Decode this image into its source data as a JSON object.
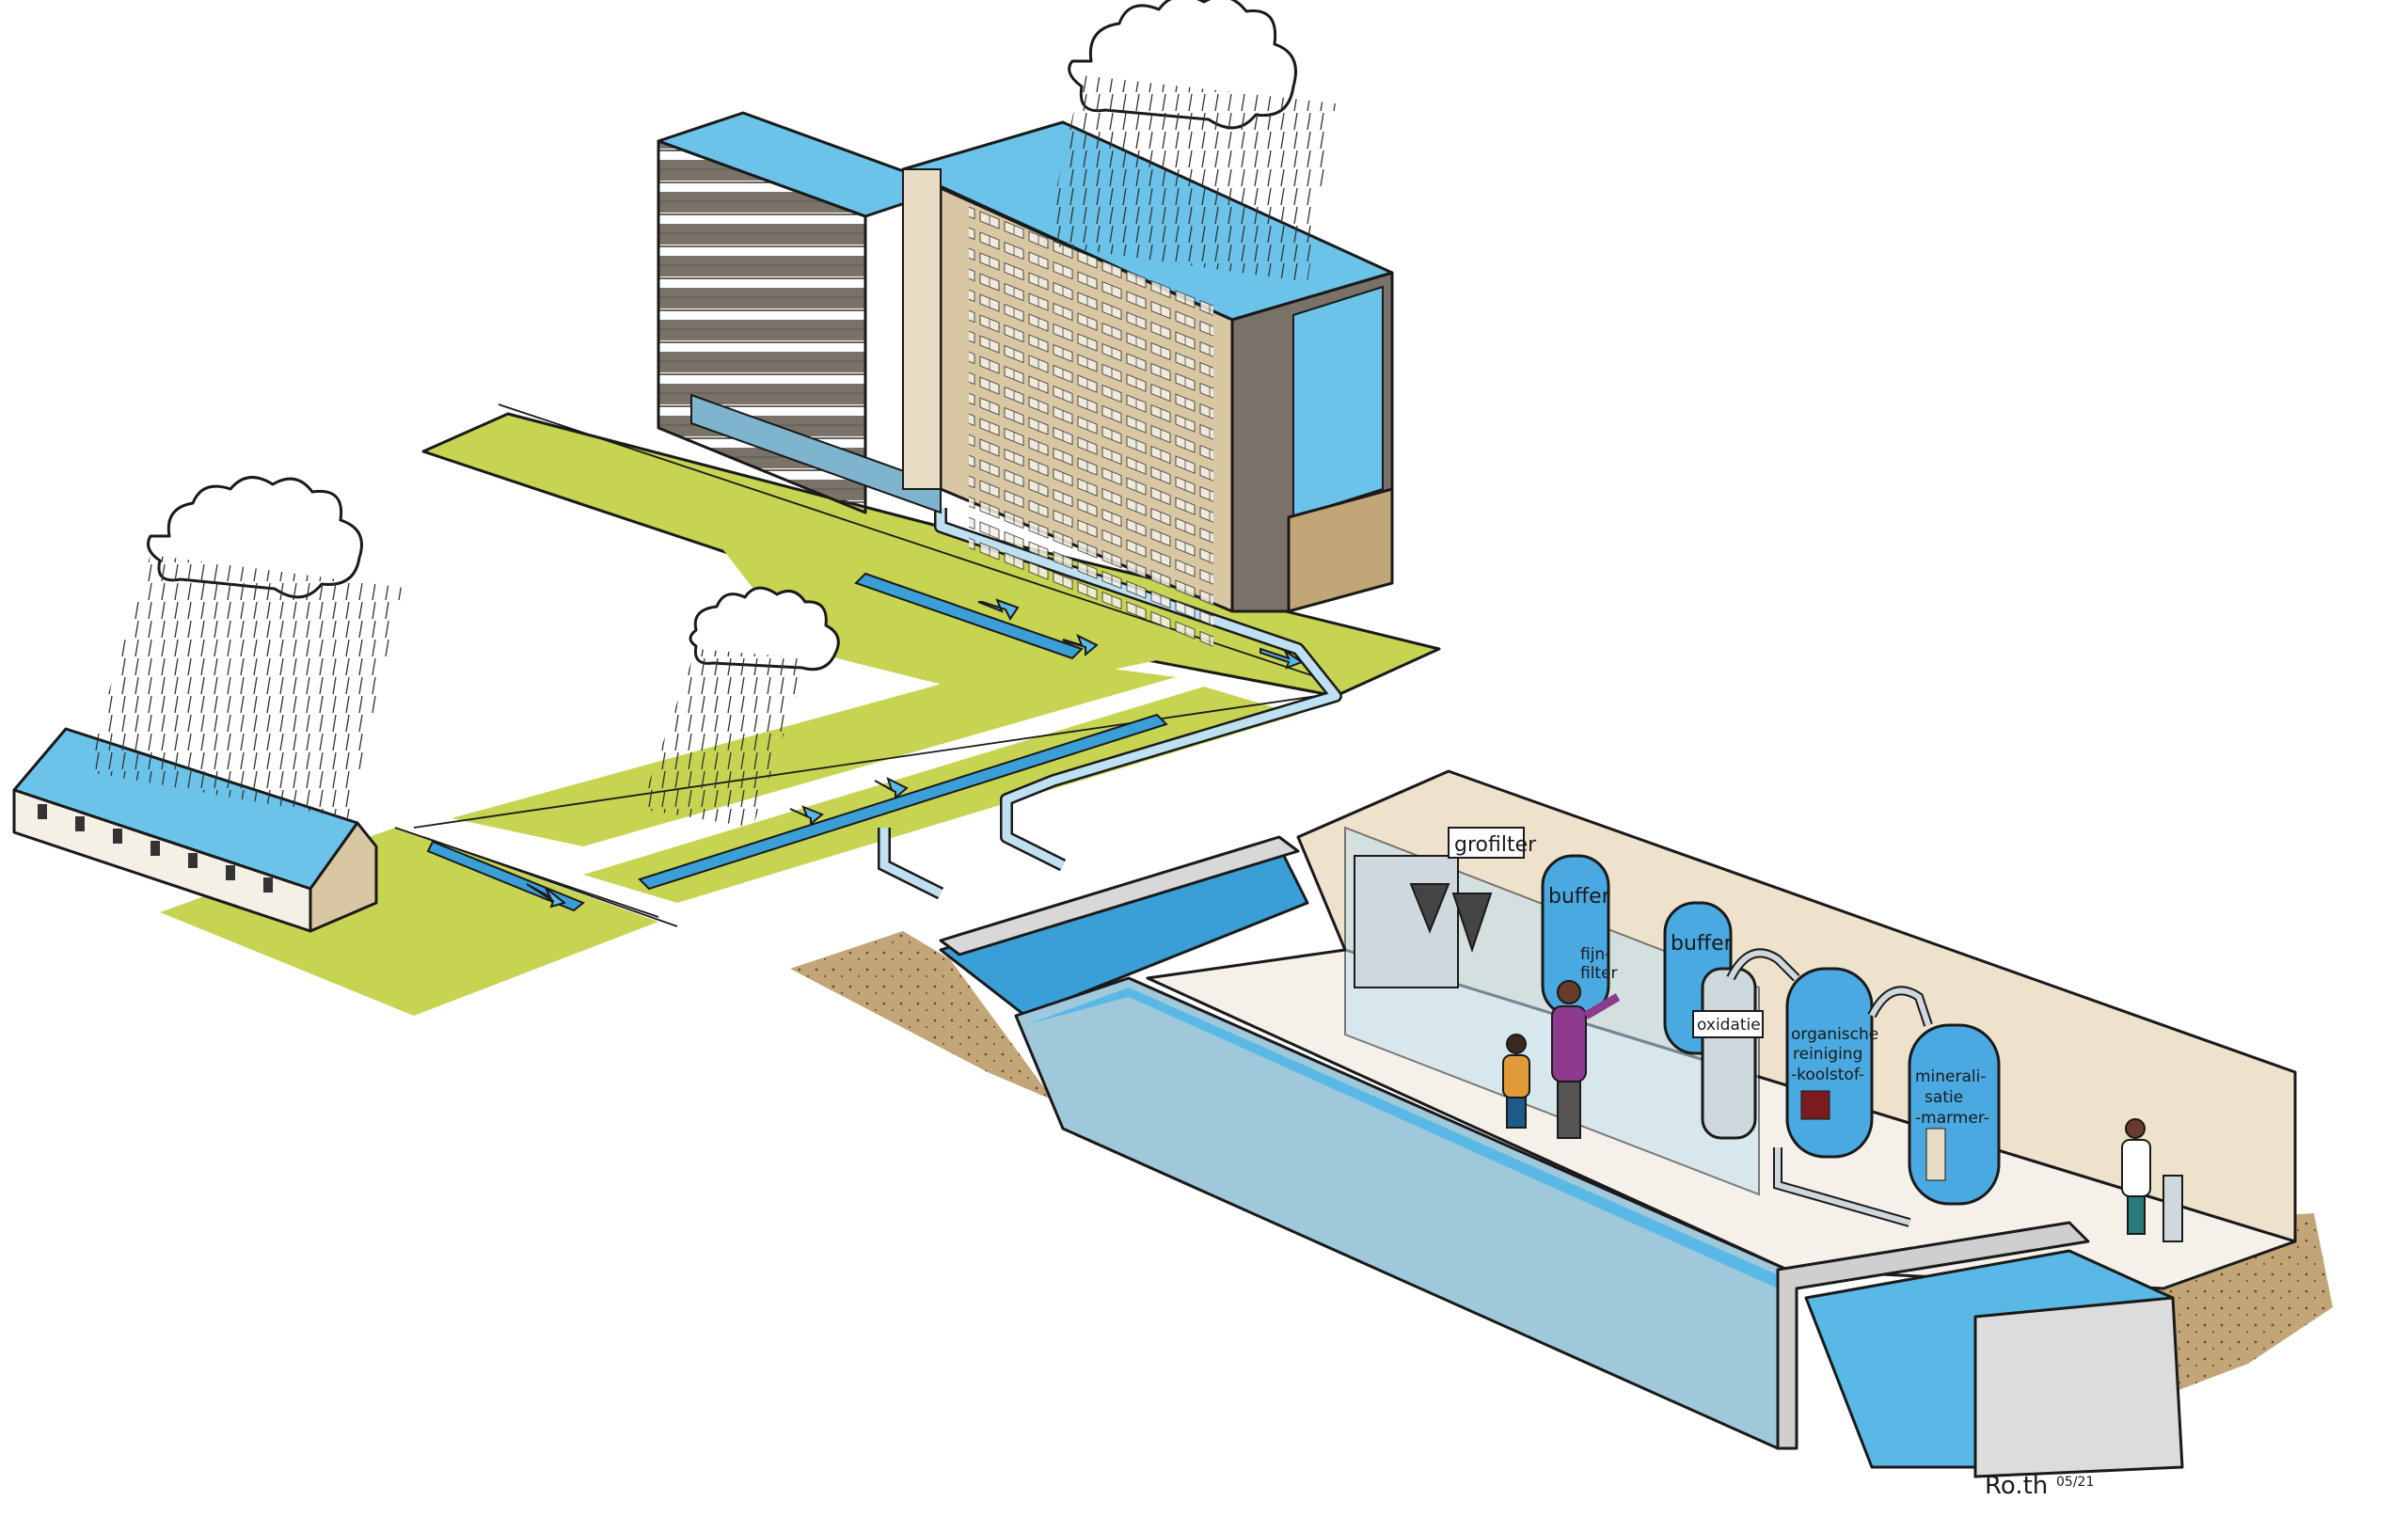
{
  "labels": {
    "grofilter": "grofilter",
    "buffer_1": "buffer",
    "buffer_2": "buffer",
    "fijnfilter_line1": "fijn-",
    "fijnfilter_line2": "filter",
    "oxidatie": "oxidatie",
    "organische_line1": "organische",
    "organische_line2": "reiniging",
    "organische_line3": "-koolstof-",
    "mineral_line1": "minerali-",
    "mineral_line2": "satie",
    "mineral_line3": "-marmer-"
  },
  "signature": {
    "name": "Ro.th",
    "date": "05/21"
  },
  "colors": {
    "grass": "#c6d452",
    "water": "#5ab8e6",
    "water_deep": "#9fc9db",
    "roof": "#6cc3ea",
    "facade": "#d9c7a4",
    "soil": "#c3a677",
    "tank": "#4aa9e0",
    "wall": "#efe2cc"
  }
}
